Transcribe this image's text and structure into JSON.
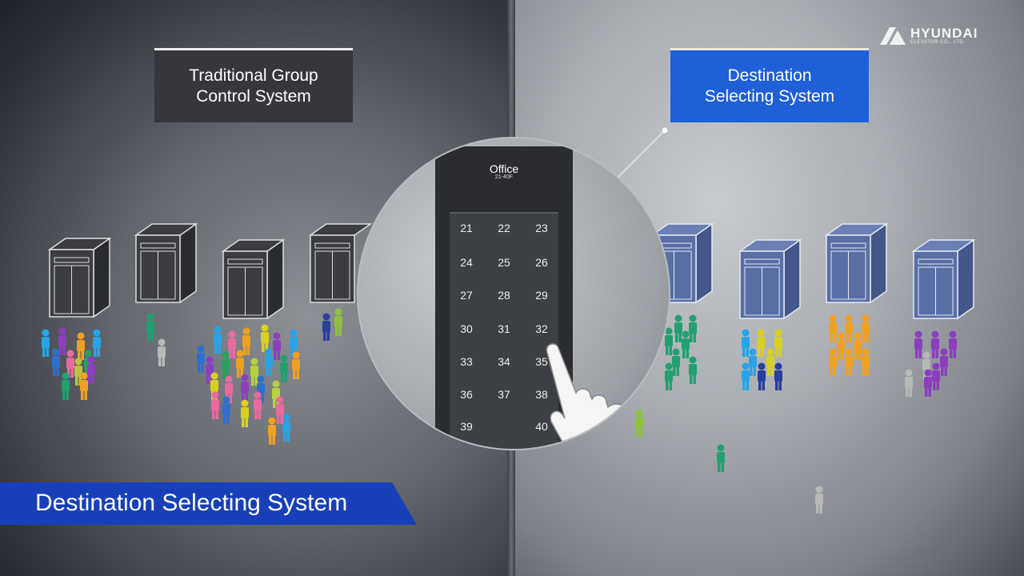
{
  "left_title": {
    "line1": "Traditional Group",
    "line2": "Control System"
  },
  "right_title": {
    "line1": "Destination",
    "line2": "Selecting System"
  },
  "logo": {
    "brand": "HYUNDAI",
    "sub": "ELEVATOR CO., LTD."
  },
  "keypad": {
    "title": "Office",
    "floors": "21-40F",
    "keys": [
      "21",
      "22",
      "23",
      "24",
      "25",
      "26",
      "27",
      "28",
      "29",
      "30",
      "31",
      "32",
      "33",
      "34",
      "35",
      "36",
      "37",
      "38",
      "39",
      "",
      "40"
    ]
  },
  "banner": {
    "text": "Destination Selecting System"
  },
  "colors": {
    "highlight_blue": "#1f5fd8",
    "banner_blue": "#1740b8",
    "dark_box": "#35373b"
  }
}
